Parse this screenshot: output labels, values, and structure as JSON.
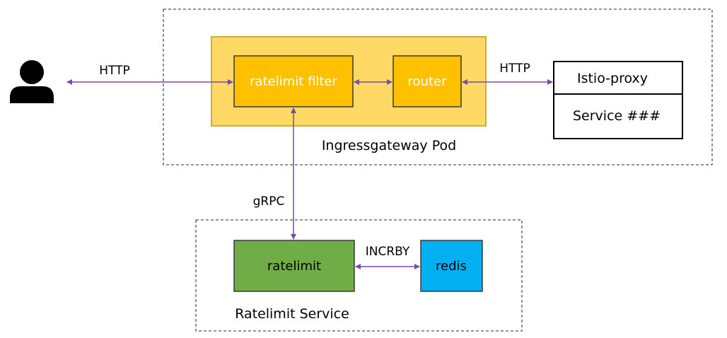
{
  "labels": {
    "http_left": "HTTP",
    "http_right": "HTTP",
    "grpc": "gRPC",
    "incrby": "INCRBY",
    "ingress_pod": "Ingressgateway Pod",
    "ratelimit_service": "Ratelimit Service"
  },
  "boxes": {
    "ratelimit_filter": "ratelimit filter",
    "router": "router",
    "istio_proxy": "Istio-proxy",
    "service": "Service ###",
    "ratelimit": "ratelimit",
    "redis": "redis"
  },
  "icons": {
    "user": "user-icon"
  },
  "colors": {
    "pod_fill": "#ffd966",
    "pod_inner_fill": "#ffc000",
    "ratelimit_fill": "#70ad47",
    "redis_fill": "#00b0f0",
    "arrow": "#7a4b9e",
    "dashed_border": "#555555"
  }
}
